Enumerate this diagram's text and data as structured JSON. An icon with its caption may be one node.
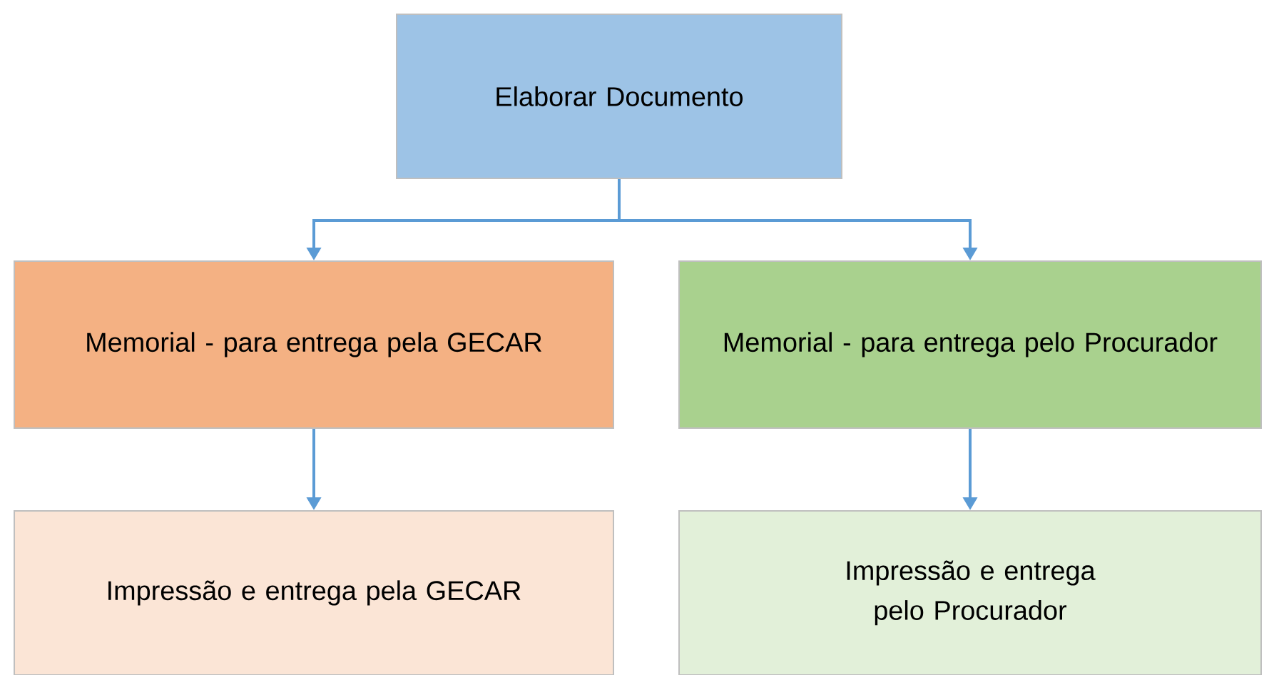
{
  "diagram": {
    "nodes": [
      {
        "text": [
          "Elaborar Documento"
        ]
      },
      {
        "text": [
          "Memorial - para entrega pela GECAR"
        ]
      },
      {
        "text": [
          "Memorial - para entrega pelo Procurador"
        ]
      },
      {
        "text": [
          "Impressão e entrega pela GECAR"
        ]
      },
      {
        "text": [
          "Impressão e entrega pelo Procurador"
        ]
      }
    ],
    "edges": [
      {
        "from": 0,
        "to": 1,
        "arrow": "to"
      },
      {
        "from": 0,
        "to": 2,
        "arrow": "to"
      },
      {
        "from": 1,
        "to": 3,
        "arrow": "to"
      },
      {
        "from": 2,
        "to": 4,
        "arrow": "to"
      }
    ]
  }
}
